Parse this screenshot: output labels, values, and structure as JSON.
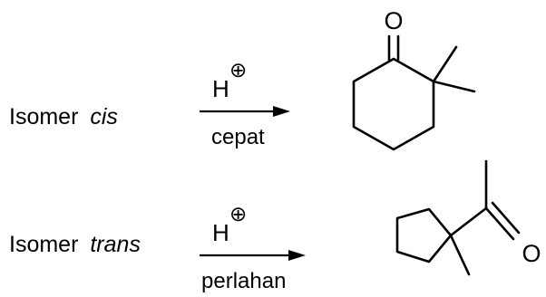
{
  "reactions": [
    {
      "reactant_prefix": "Isomer",
      "reactant_stereo": "cis",
      "reagent": "H",
      "charge_symbol": "⊕",
      "condition": "cepat",
      "product_atom_label": "O"
    },
    {
      "reactant_prefix": "Isomer",
      "reactant_stereo": "trans",
      "reagent": "H",
      "charge_symbol": "⊕",
      "condition": "perlahan",
      "product_atom_label": "O"
    }
  ]
}
